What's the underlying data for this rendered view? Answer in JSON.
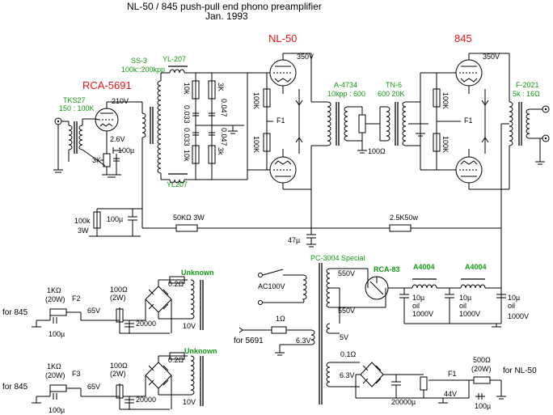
{
  "title_line1": "NL-50 / 845 push-pull end phono  preamplifier",
  "title_line2": "Jan. 1993",
  "tubes": {
    "rca5691": "RCA-5691",
    "nl50": "NL-50",
    "t845": "845",
    "rca83": "RCA-83"
  },
  "transformers": {
    "tks27": "TKS27",
    "tks27_ratio": "150 : 100K",
    "ss3": "SS-3",
    "ss3_ratio": "100k::200kpp",
    "yl207_top": "YL-207",
    "yl207_bot": "YL207",
    "a4734": "A-4734",
    "a4734_ratio": "10kpp : 600",
    "tn6": "TN-6",
    "tn6_ratio": "600  20K",
    "f2021": "F-2021",
    "f2021_ratio": "5k : 16Ω",
    "pc3004": "PC-3004 Special",
    "a4004_1": "A4004",
    "a4004_2": "A4004",
    "unknown1": "Unknown",
    "unknown2": "Unknown"
  },
  "values": {
    "v210": "210V",
    "v350_nl50": "350V",
    "v350_845": "350V",
    "v26": "2.6V",
    "cap100u": "100µ",
    "pot3k": "3K",
    "r10k_a": "10k",
    "r10k_b": "10k",
    "c0033_a": "0.033",
    "c0033_b": "0.033",
    "r3k_a": "3K",
    "r3k_b": "3k",
    "c0047_a": "0.047",
    "c0047_b": "0.047",
    "r100k_nl_a": "100K",
    "r100k_nl_b": "100K",
    "f1_nl50": "F1",
    "f1_845": "F1",
    "r100ohm_mid": "100Ω",
    "r100k_845_a": "100K",
    "r100k_845_b": "100K",
    "r100k_3w": "100k",
    "r100k_3w_p": "3W",
    "c100u_b": "100µ",
    "r50k3w": "50KΩ  3W",
    "r25k50w": "2.5K50w",
    "c47u": "47µ",
    "ac100v": "AC100V",
    "v550_a": "550V",
    "v550_b": "550V",
    "c10u_1": "10µ",
    "c10u_1b": "oil",
    "c10u_1c": "1000V",
    "c10u_2": "10µ",
    "c10u_2b": "oil",
    "c10u_2c": "1000V",
    "c10u_3": "10µ",
    "c10u_3b": "oil",
    "c10u_3c": "1000V",
    "r1ohm": "1Ω",
    "v63_a": "6.3V",
    "v5": "5V",
    "for5691": "for 5691",
    "r01ohm_c": "0.1Ω",
    "v63_b": "6.3V",
    "c20000_c": "20000µ",
    "f1_nl50_sup": "F1",
    "v44": "44V",
    "r500ohm": "500Ω",
    "r500ohm_p": "(20W)",
    "fornl50": "for NL-50",
    "for845_a": "for 845",
    "r1k_a": "1KΩ",
    "r1k_a_p": "(20W)",
    "c100u_a": "100µ",
    "f2": "F2",
    "v65_a": "65V",
    "r100_a": "100Ω",
    "r100_a_p": "(2W)",
    "c20000_a": "20000",
    "r02_a": "0.2Ω",
    "v10_a": "10V",
    "for845_b": "for 845",
    "r1k_b": "1KΩ",
    "r1k_b_p": "(20W)",
    "c100u_b2": "100µ",
    "f3": "F3",
    "v65_b": "65V",
    "r100_b": "100Ω",
    "r100_b_p": "(2W)",
    "c20000_b": "20000",
    "r02_b": "0.2Ω",
    "v10_b": "10V"
  }
}
